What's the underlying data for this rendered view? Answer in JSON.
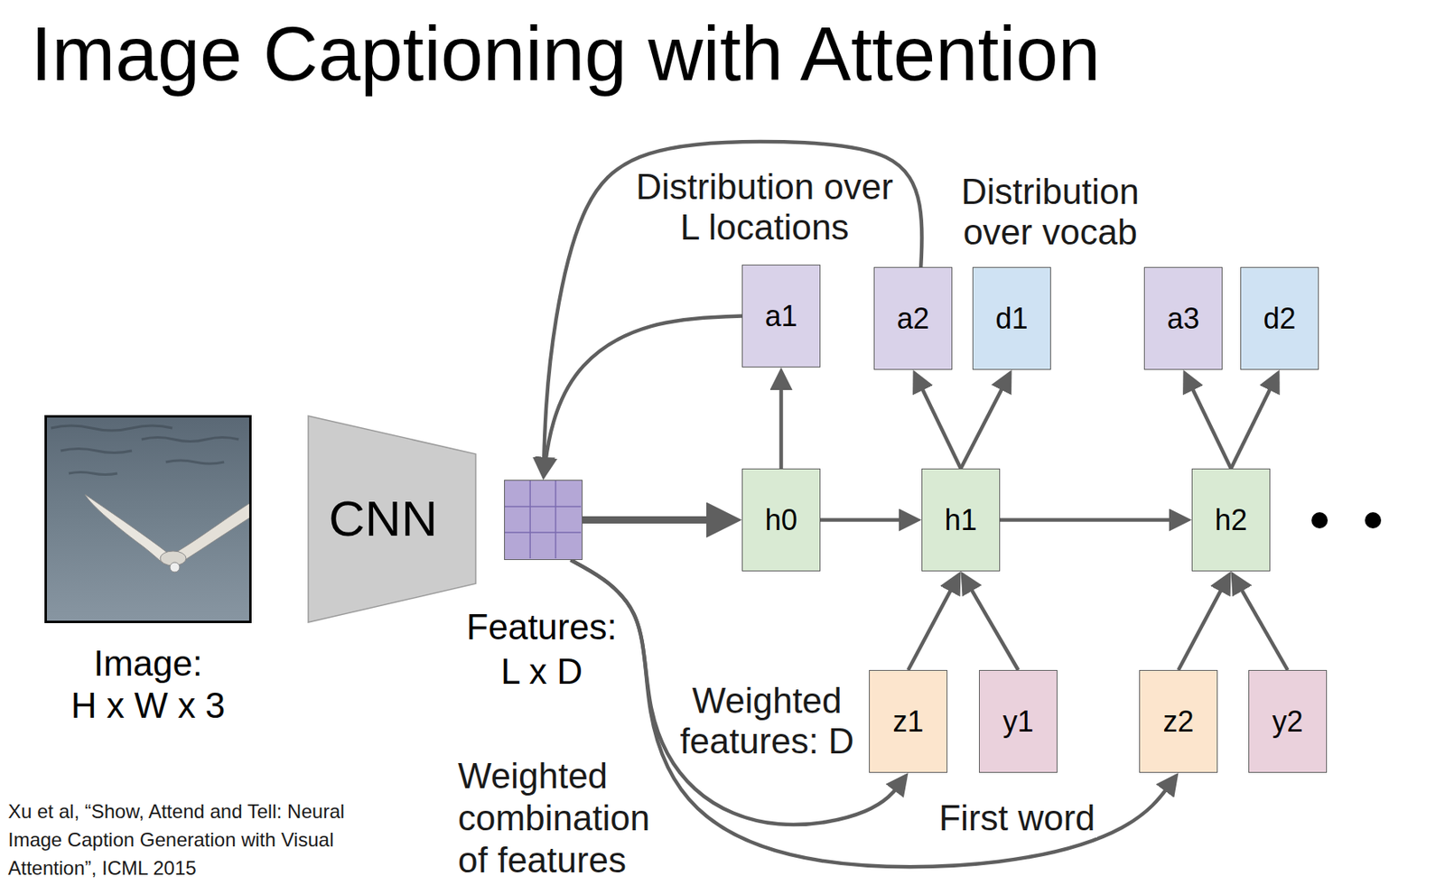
{
  "diagram": {
    "title": "Image Captioning with Attention",
    "nodes": [
      {
        "text": [
          "Image:",
          "H x W x 3"
        ]
      },
      {
        "text": [
          "CNN"
        ]
      },
      {
        "text": [
          "Features: L x D"
        ]
      },
      {
        "text": [
          "a1"
        ]
      },
      {
        "text": [
          "a2"
        ]
      },
      {
        "text": [
          "d1"
        ]
      },
      {
        "text": [
          "a3"
        ]
      },
      {
        "text": [
          "d2"
        ]
      },
      {
        "text": [
          "h0"
        ]
      },
      {
        "text": [
          "h1"
        ]
      },
      {
        "text": [
          "h2"
        ]
      },
      {
        "text": [
          "z1"
        ]
      },
      {
        "text": [
          "y1"
        ]
      },
      {
        "text": [
          "z2"
        ]
      },
      {
        "text": [
          "y2"
        ]
      }
    ],
    "edges": [
      {
        "from": 2,
        "to": 8,
        "arrow": "to"
      },
      {
        "from": 8,
        "to": 3,
        "arrow": "to"
      },
      {
        "from": 8,
        "to": 9,
        "arrow": "to"
      },
      {
        "from": 9,
        "to": 10,
        "arrow": "to"
      },
      {
        "from": 9,
        "to": 4,
        "arrow": "to"
      },
      {
        "from": 9,
        "to": 5,
        "arrow": "to"
      },
      {
        "from": 10,
        "to": 6,
        "arrow": "to"
      },
      {
        "from": 10,
        "to": 7,
        "arrow": "to"
      },
      {
        "from": 11,
        "to": 9,
        "arrow": "to"
      },
      {
        "from": 12,
        "to": 9,
        "arrow": "to"
      },
      {
        "from": 13,
        "to": 10,
        "arrow": "to"
      },
      {
        "from": 14,
        "to": 10,
        "arrow": "to"
      },
      {
        "from": 3,
        "to": 2,
        "arrow": "to"
      },
      {
        "from": 4,
        "to": 2,
        "arrow": "to"
      },
      {
        "from": 2,
        "to": 11,
        "arrow": "to"
      },
      {
        "from": 2,
        "to": 13,
        "arrow": "to"
      }
    ],
    "labels": [
      "Distribution over L locations",
      "Distribution over vocab",
      "Weighted features: D",
      "Weighted combination of features",
      "First word",
      "Xu et al, “Show, Attend and Tell: Neural Image Caption Generation with Visual Attention”, ICML 2015"
    ]
  }
}
